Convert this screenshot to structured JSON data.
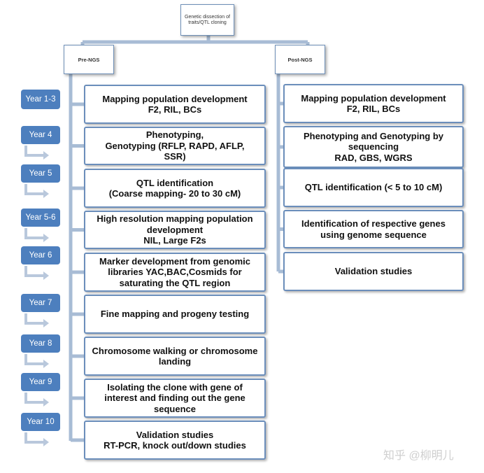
{
  "root": "Genetic dissection of traits/QTL cloning",
  "pre": {
    "title": "Pre-NGS",
    "steps": [
      {
        "lines": [
          "Mapping population development",
          "F2, RIL, BCs"
        ]
      },
      {
        "lines": [
          "Phenotyping,",
          "Genotyping  (RFLP, RAPD, AFLP,",
          "SSR)"
        ]
      },
      {
        "lines": [
          "QTL identification",
          "(Coarse mapping- 20  to 30 cM)"
        ]
      },
      {
        "lines": [
          "High resolution mapping population",
          "development",
          "NIL, Large F2s"
        ]
      },
      {
        "lines": [
          "Marker development from genomic",
          "libraries YAC,BAC,Cosmids for",
          "saturating the QTL region"
        ]
      },
      {
        "lines": [
          "Fine mapping and progeny testing"
        ]
      },
      {
        "lines": [
          "Chromosome walking or chromosome",
          "landing"
        ]
      },
      {
        "lines": [
          "Isolating the clone with gene of",
          "interest and finding out the gene",
          "sequence"
        ]
      },
      {
        "lines": [
          "Validation studies",
          "RT-PCR,  knock out/down studies"
        ]
      }
    ]
  },
  "post": {
    "title": "Post-NGS",
    "steps": [
      {
        "lines": [
          "Mapping population development",
          "F2, RIL, BCs"
        ]
      },
      {
        "lines": [
          "Phenotyping  and Genotyping by",
          "sequencing",
          "RAD, GBS, WGRS"
        ]
      },
      {
        "lines": [
          "QTL identification  (< 5 to 10 cM)"
        ]
      },
      {
        "lines": [
          "Identification of respective genes",
          "using genome sequence"
        ]
      },
      {
        "lines": [
          "Validation studies"
        ]
      }
    ]
  },
  "years": [
    "Year 1-3",
    "Year 4",
    "Year 5",
    "Year 5-6",
    "Year 6",
    "Year 7",
    "Year 8",
    "Year 9",
    "Year 10"
  ],
  "watermark": "知乎 @柳明儿",
  "colors": {
    "box_border": "#6b8ebb",
    "year_fill": "#4d7fbe",
    "connector": "#a8bcd5"
  }
}
